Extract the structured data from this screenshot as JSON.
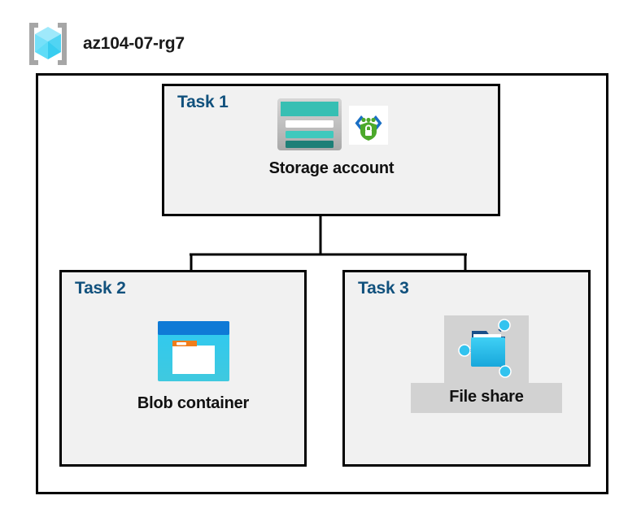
{
  "header": {
    "resource_group_name": "az104-07-rg7",
    "icon": "resource-group-icon"
  },
  "colors": {
    "task_label": "#11517d",
    "box_border": "#000000",
    "task_fill": "#f1f1f1",
    "canvas": "#ffffff",
    "highlight_band": "#d2d2d2",
    "storage_teal": "#37bfb3",
    "storage_teal_dark": "#1d7f77",
    "blob_blue": "#0f7ad6",
    "blob_cyan": "#30c6ef",
    "blob_orange": "#f07d1a",
    "fileshare_blue": "#32c3ef",
    "security_green": "#4ca92b",
    "security_blue": "#1a6fc4",
    "rg_cube_cyan": "#5fdcf7",
    "rg_bracket_gray": "#a6a6a6"
  },
  "tasks": [
    {
      "id": "task1",
      "label": "Task 1",
      "node": {
        "caption": "Storage account",
        "icons": [
          "storage-account-icon",
          "storage-security-icon"
        ]
      }
    },
    {
      "id": "task2",
      "label": "Task 2",
      "node": {
        "caption": "Blob container",
        "icons": [
          "blob-container-icon"
        ]
      }
    },
    {
      "id": "task3",
      "label": "Task 3",
      "node": {
        "caption": "File share",
        "icons": [
          "file-share-icon"
        ],
        "highlighted": true
      }
    }
  ],
  "connections": [
    {
      "from": "task1",
      "to": "task2"
    },
    {
      "from": "task1",
      "to": "task3"
    }
  ]
}
